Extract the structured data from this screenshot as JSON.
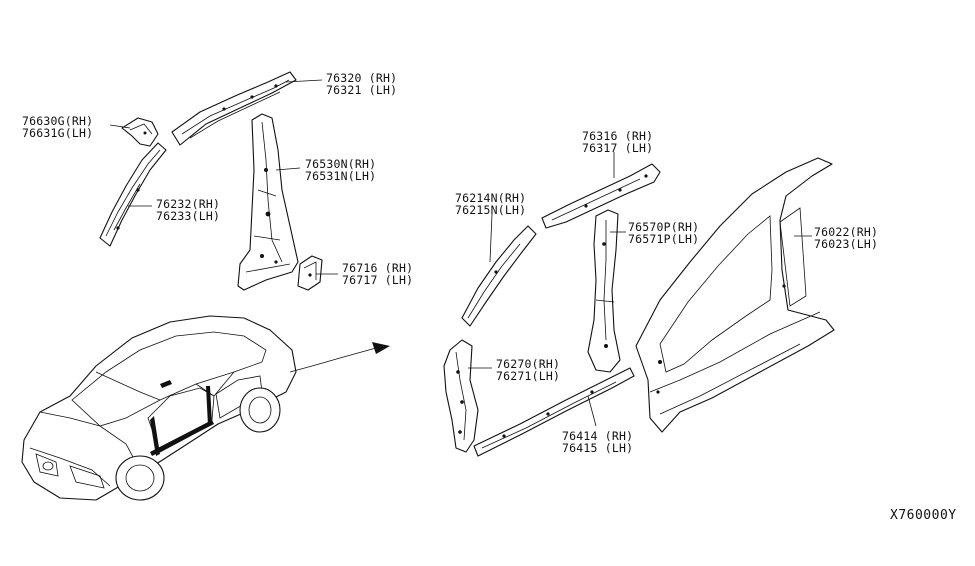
{
  "labels": [
    {
      "id": "76320",
      "lines": [
        "76320 (RH)",
        "76321 (LH)"
      ]
    },
    {
      "id": "76630G",
      "lines": [
        "76630G(RH)",
        "76631G(LH)"
      ]
    },
    {
      "id": "76232",
      "lines": [
        "76232(RH)",
        "76233(LH)"
      ]
    },
    {
      "id": "76530N",
      "lines": [
        "76530N(RH)",
        "76531N(LH)"
      ]
    },
    {
      "id": "76716",
      "lines": [
        "76716 (RH)",
        "76717 (LH)"
      ]
    },
    {
      "id": "76316",
      "lines": [
        "76316 (RH)",
        "76317 (LH)"
      ]
    },
    {
      "id": "76214N",
      "lines": [
        "76214N(RH)",
        "76215N(LH)"
      ]
    },
    {
      "id": "76570P",
      "lines": [
        "76570P(RH)",
        "76571P(LH)"
      ]
    },
    {
      "id": "76022",
      "lines": [
        "76022(RH)",
        "76023(LH)"
      ]
    },
    {
      "id": "76270",
      "lines": [
        "76270(RH)",
        "76271(LH)"
      ]
    },
    {
      "id": "76414",
      "lines": [
        "76414 (RH)",
        "76415 (LH)"
      ]
    }
  ],
  "diagram_code": "X760000Y"
}
